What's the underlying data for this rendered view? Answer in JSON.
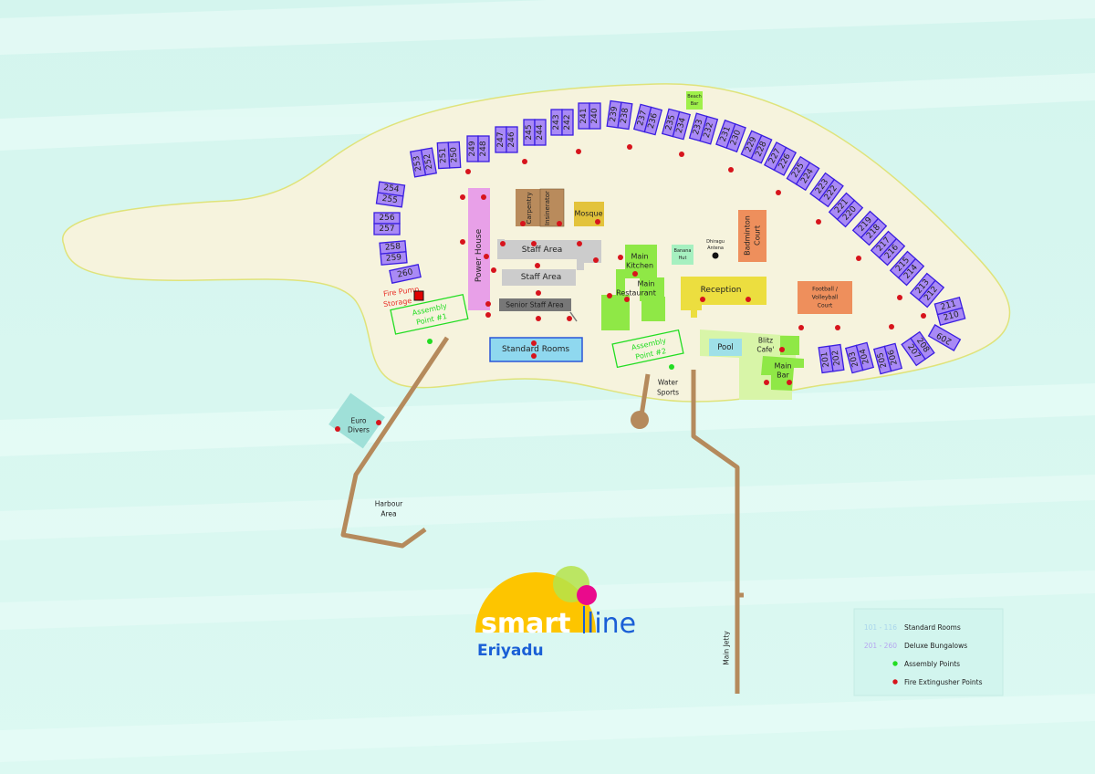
{
  "map": {
    "bungalows": [
      "253",
      "252",
      "251",
      "250",
      "249",
      "248",
      "247",
      "246",
      "245",
      "244",
      "243",
      "242",
      "241",
      "240",
      "239",
      "238",
      "237",
      "236",
      "235",
      "234",
      "233",
      "232",
      "231",
      "230",
      "229",
      "228",
      "227",
      "226",
      "225",
      "224",
      "223",
      "222",
      "221",
      "220",
      "219",
      "218",
      "217",
      "216",
      "215",
      "214",
      "213",
      "212",
      "211",
      "210",
      "209",
      "208",
      "207",
      "206",
      "205",
      "204",
      "203",
      "202",
      "201",
      "254",
      "255",
      "256",
      "257",
      "258",
      "259",
      "260"
    ],
    "labels": {
      "beach_bar": [
        "Beach",
        "Bar"
      ],
      "fire_pump": [
        "Fire Pump",
        "Storage"
      ],
      "assembly1": [
        "Assembly",
        "Point #1"
      ],
      "assembly2": [
        "Assembly",
        "Point #2"
      ],
      "power_house": "Power House",
      "carpentry": "Carpentry",
      "insinerator": "Insinerator",
      "mosque": "Mosque",
      "staff_area_1": "Staff Area",
      "staff_area_2": "Staff Area",
      "senior_staff": "Senior Staff Area",
      "standard_rooms": "Standard Rooms",
      "main_kitchen": [
        "Main",
        "Kitchen"
      ],
      "main_restaurant": [
        "Main",
        "Restaurant"
      ],
      "banana_hut": [
        "Banana",
        "Hut"
      ],
      "dhiraagu": [
        "Dhiragu",
        "Antena"
      ],
      "badminton": [
        "Badminton",
        "Court"
      ],
      "reception": "Reception",
      "football": [
        "Football /",
        "Volleyball",
        "Court"
      ],
      "pool": "Pool",
      "blitz": [
        "Blitz",
        "Cafe'"
      ],
      "main_bar": [
        "Main",
        "Bar"
      ],
      "water_sports": [
        "Water",
        "Sports"
      ],
      "euro_divers": [
        "Euro",
        "Divers"
      ],
      "harbour": [
        "Harbour",
        "Area"
      ],
      "main_jetty": "Main Jetty"
    }
  },
  "logo": {
    "smart": "smart",
    "line": "line",
    "place": "Eriyadu"
  },
  "legend": {
    "items": [
      {
        "range": "101 - 116",
        "label": "Standard Rooms"
      },
      {
        "range": "201 - 260",
        "label": "Deluxe Bungalows"
      },
      {
        "range": "",
        "label": "Assembly Points"
      },
      {
        "range": "",
        "label": "Fire Extingusher Points"
      }
    ]
  },
  "colors": {
    "bungalow": "#a98af5",
    "extinguisher": "#d7141c",
    "assembly": "#22dd22",
    "jetty": "#b58a5c",
    "island": "#f6f3dd"
  }
}
